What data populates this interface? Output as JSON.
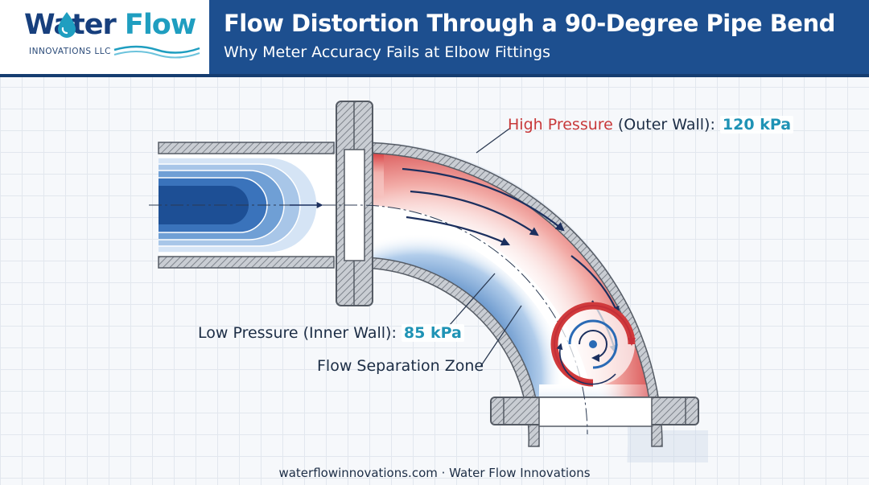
{
  "logo": {
    "word_water": "Water",
    "word_flow": "Flow",
    "subtitle": "INNOVATIONS LLC",
    "icon": "water-drop-icon"
  },
  "header": {
    "title": "Flow Distortion Through a 90-Degree Pipe Bend",
    "subtitle": "Why Meter Accuracy Fails at Elbow Fittings"
  },
  "labels": {
    "high": {
      "prefix": "High Pressure",
      "suffix": " (Outer Wall): ",
      "value": "120 kPa"
    },
    "low": {
      "text": "Low Pressure (Inner Wall): ",
      "value": "85 kPa"
    },
    "separation": "Flow Separation Zone"
  },
  "footer": "waterflowinnovations.com · Water Flow Innovations",
  "colors": {
    "brand_navy": "#1d4f8f",
    "accent_teal": "#1f93b5",
    "high_pressure_red": "#d33b3c",
    "low_pressure_blue": "#1f5ea8"
  }
}
